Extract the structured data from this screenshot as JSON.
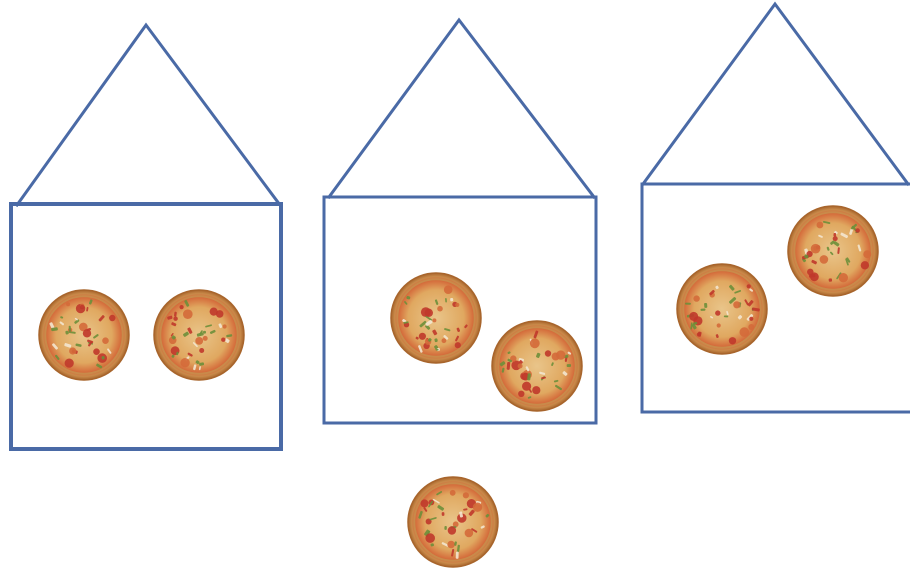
{
  "scene": {
    "outline_color": "#4a6aa6",
    "background": "#ffffff",
    "houses": [
      {
        "name": "house-1",
        "pizza_count": 2
      },
      {
        "name": "house-2",
        "pizza_count": 2
      },
      {
        "name": "house-3",
        "pizza_count": 2
      }
    ],
    "loose_pizza_count": 1,
    "pizza_palette": {
      "crust": "#c98a4a",
      "crust_dark": "#a8652c",
      "sauce": "#d46a3a",
      "cheese": "#e9c58a",
      "tomato": "#c0392b",
      "pepper": "#6d8f3a",
      "mushroom": "#f3e6cf"
    }
  }
}
